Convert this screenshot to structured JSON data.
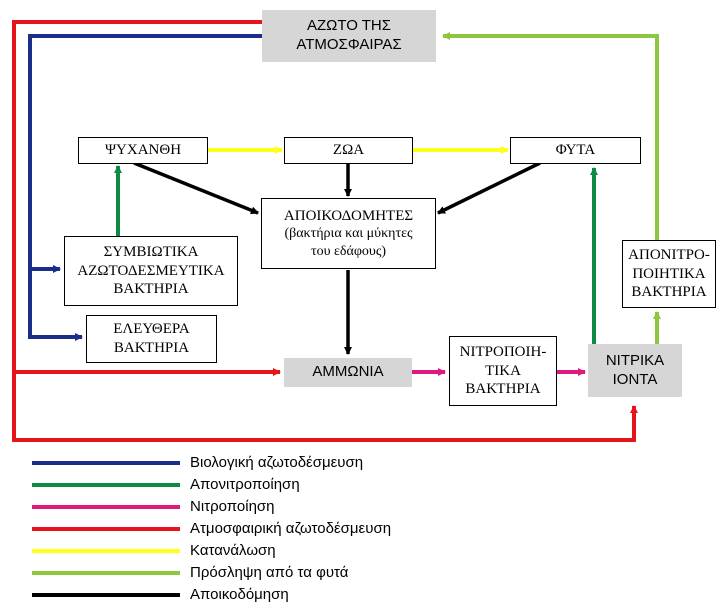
{
  "nodes": {
    "atmosphere": {
      "line1": "ΑΖΩΤΟ ΤΗΣ",
      "line2": "ΑΤΜΟΣΦΑΙΡΑΣ"
    },
    "fungi": {
      "label": "ΨΥΧΑΝΘΗ"
    },
    "animals": {
      "label": "ΖΩΑ"
    },
    "plants": {
      "label": "ΦΥΤΑ"
    },
    "decomposers": {
      "line1": "ΑΠΟΙΚΟΔΟΜΗΤΕΣ",
      "line2": "(βακτήρια και μύκητες",
      "line3": "του εδάφους)"
    },
    "symbiotic": {
      "line1": "ΣΥΜΒΙΩΤΙΚΑ",
      "line2": "ΑΖΩΤΟΔΕΣΜΕΥΤΙΚΑ",
      "line3": "ΒΑΚΤΗΡΙΑ"
    },
    "free": {
      "line1": "ΕΛΕΥΘΕΡΑ",
      "line2": "ΒΑΚΤΗΡΙΑ"
    },
    "ammonia": {
      "label": "ΑΜΜΩΝΙΑ"
    },
    "nitrifying": {
      "line1": "ΝΙΤΡΟΠΟΙΗ-",
      "line2": "ΤΙΚΑ",
      "line3": "ΒΑΚΤΗΡΙΑ"
    },
    "nitrate": {
      "line1": "ΝΙΤΡΙΚΑ",
      "line2": "ΙΟΝΤΑ"
    },
    "denitrifying": {
      "line1": "ΑΠΟΝΙΤΡΟ-",
      "line2": "ΠΟΙΗΤΙΚΑ",
      "line3": "ΒΑΚΤΗΡΙΑ"
    }
  },
  "colors": {
    "biological_fixation": "#1a2e8a",
    "denitrification": "#0f8a45",
    "nitrification": "#e0197d",
    "atmospheric_fixation": "#e8141c",
    "consumption": "#ffff1a",
    "plant_uptake": "#8ec63f",
    "decomposition": "#000000"
  },
  "legend": [
    {
      "label": "Βιολογική αζωτοδέσμευση",
      "color": "#1a2e8a"
    },
    {
      "label": "Απονιτροποίηση",
      "color": "#0f8a45"
    },
    {
      "label": "Νιτροποίηση",
      "color": "#e0197d"
    },
    {
      "label": "Ατμοσφαιρική αζωτοδέσμευση",
      "color": "#e8141c"
    },
    {
      "label": "Κατανάλωση",
      "color": "#ffff1a"
    },
    {
      "label": "Πρόσληψη από τα φυτά",
      "color": "#8ec63f"
    },
    {
      "label": "Αποικοδόμηση",
      "color": "#000000"
    }
  ]
}
